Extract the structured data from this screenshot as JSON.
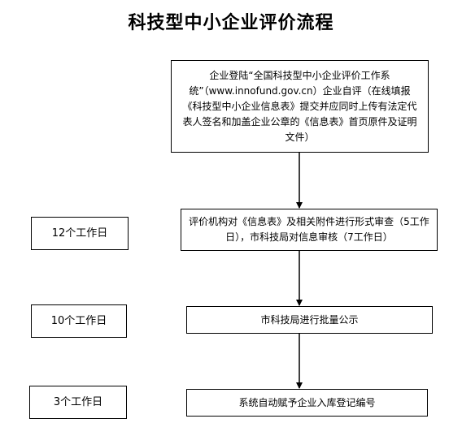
{
  "title": "科技型中小企业评价流程",
  "steps": [
    {
      "text": "企业登陆“全国科技型中小企业评价工作系统”（www.innofund.gov.cn）企业自评（在线填报《科技型中小企业信息表》提交并应同时上传有法定代表人签名和加盖企业公章的《信息表》首页原件及证明文件）"
    },
    {
      "text": "评价机构对《信息表》及相关附件进行形式审查（5工作日），市科技局对信息审核（7工作日）"
    },
    {
      "text": "市科技局进行批量公示"
    },
    {
      "text": "系统自动赋予企业入库登记编号"
    }
  ],
  "durations": [
    {
      "text": "12个工作日"
    },
    {
      "text": "10个工作日"
    },
    {
      "text": "3个工作日"
    }
  ]
}
